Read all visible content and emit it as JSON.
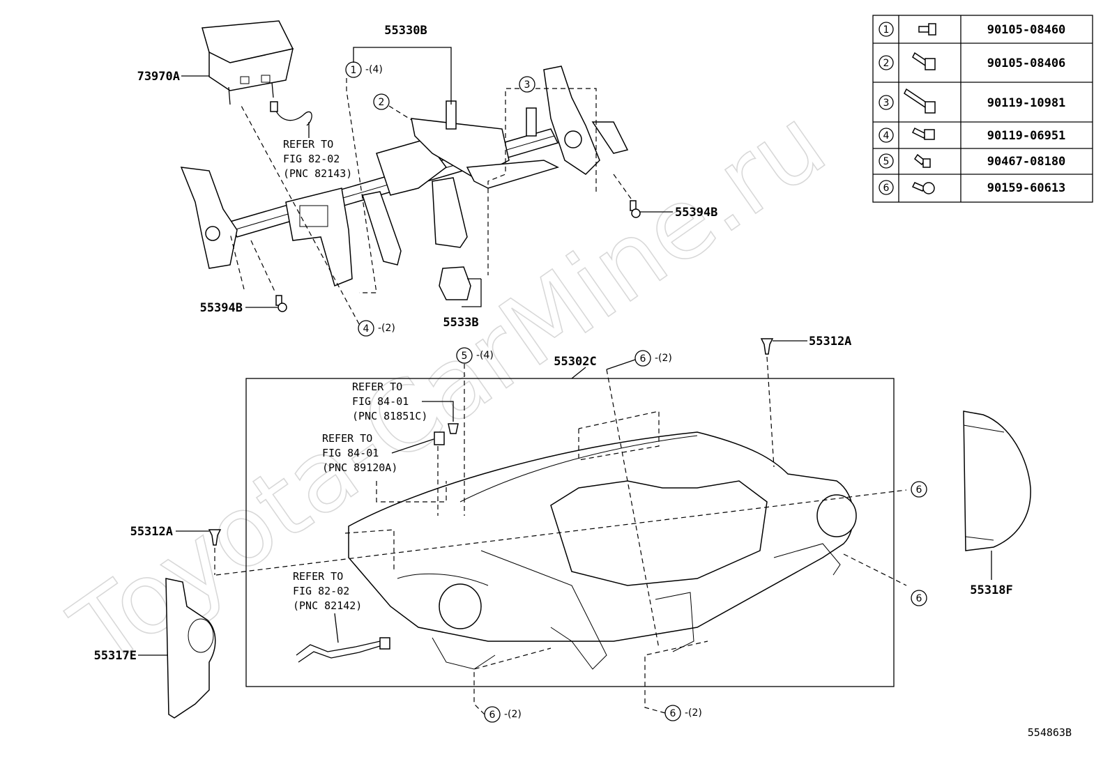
{
  "watermark": "Toyota-CarMine.ru",
  "labels": {
    "p73970A": "73970A",
    "p55330B": "55330B",
    "p55394B_top": "55394B",
    "p55394B_left": "55394B",
    "p5533B": "5533B",
    "p55302C": "55302C",
    "p55312A_top": "55312A",
    "p55312A_left": "55312A",
    "p55318F": "55318F",
    "p55317E": "55317E",
    "diagram_id": "554863B"
  },
  "refs": {
    "r1": {
      "l1": "REFER TO",
      "l2": "FIG 82-02",
      "l3": "(PNC 82143)"
    },
    "r2": {
      "l1": "REFER TO",
      "l2": "FIG 84-01",
      "l3": "(PNC 81851C)"
    },
    "r3": {
      "l1": "REFER TO",
      "l2": "FIG 84-01",
      "l3": "(PNC 89120A)"
    },
    "r4": {
      "l1": "REFER TO",
      "l2": "FIG 82-02",
      "l3": "(PNC 82142)"
    }
  },
  "callouts": {
    "c1_num": "1",
    "c1_qty": "-(4)",
    "c2_num": "2",
    "c3_num": "3",
    "c4_num": "4",
    "c4_qty": "-(2)",
    "c5_num": "5",
    "c5_qty": "-(4)",
    "c6a_num": "6",
    "c6a_qty": "-(2)",
    "c6b_num": "6",
    "c6c_num": "6",
    "c6d_num": "6",
    "c6d_qty": "-(2)",
    "c6e_num": "6",
    "c6e_qty": "-(2)"
  },
  "fastener_table": [
    {
      "num": "1",
      "part": "90105-08460",
      "icon": "flange-bolt-icon"
    },
    {
      "num": "2",
      "part": "90105-08406",
      "icon": "hex-bolt-icon"
    },
    {
      "num": "3",
      "part": "90119-10981",
      "icon": "long-bolt-icon"
    },
    {
      "num": "4",
      "part": "90119-06951",
      "icon": "bolt-icon"
    },
    {
      "num": "5",
      "part": "90467-08180",
      "icon": "clip-icon"
    },
    {
      "num": "6",
      "part": "90159-60613",
      "icon": "screw-icon"
    }
  ]
}
